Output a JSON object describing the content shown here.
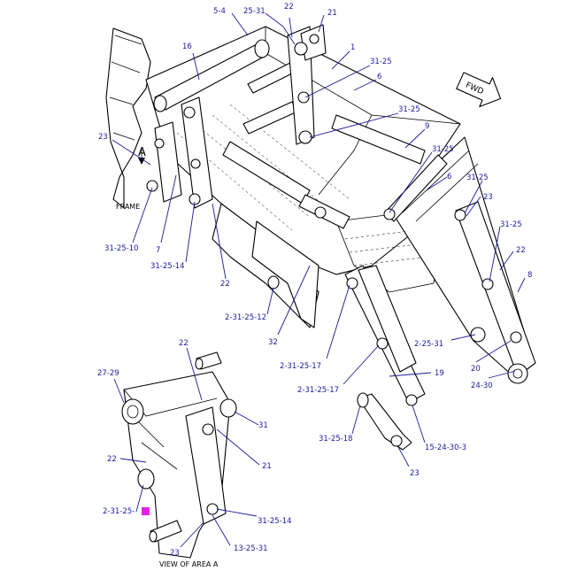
{
  "callouts": {
    "c_5_4": "5-4",
    "c_25_31_top": "25-31",
    "c_22_top": "22",
    "c_21_top": "21",
    "c_16": "16",
    "c_1": "1",
    "c_31_25_a": "31-25",
    "c_6_a": "6",
    "c_31_25_b": "31-25",
    "c_23_left": "23",
    "c_9": "9",
    "c_31_25_c": "31-25",
    "c_6_b": "6",
    "c_31_25_d": "31-25",
    "c_23_right": "23",
    "c_31_25_e": "31-25",
    "c_22_right": "22",
    "c_8": "8",
    "c_31_25_10": "31-25-10",
    "c_7": "7",
    "c_31_25_14_main": "31-25-14",
    "c_22_mid": "22",
    "c_2_31_25_12": "2-31-25-12",
    "c_32": "32",
    "c_2_25_31": "2-25-31",
    "c_20": "20",
    "c_24_30": "24-30",
    "c_2_31_25_17_a": "2-31-25-17",
    "c_2_31_25_17_b": "2-31-25-17",
    "c_19": "19",
    "c_31_25_18": "31-25-18",
    "c_15_24_30_3": "15-24-30-3",
    "c_23_bottom": "23",
    "d_22_top": "22",
    "d_27_29": "27-29",
    "d_31": "31",
    "d_22_left": "22",
    "d_21": "21",
    "d_2_31_25": "2-31-25-",
    "d_31_25_14": "31-25-14",
    "d_23": "23",
    "d_13_25_31": "13-25-31"
  },
  "labels": {
    "frame": "FRAME",
    "section_letter": "A",
    "view_caption": "VIEW OF AREA  A",
    "fwd": "FWD"
  },
  "colors": {
    "callout_text": "#1a1aa0",
    "highlight_marker": "#e81ee8",
    "line": "#000000"
  }
}
